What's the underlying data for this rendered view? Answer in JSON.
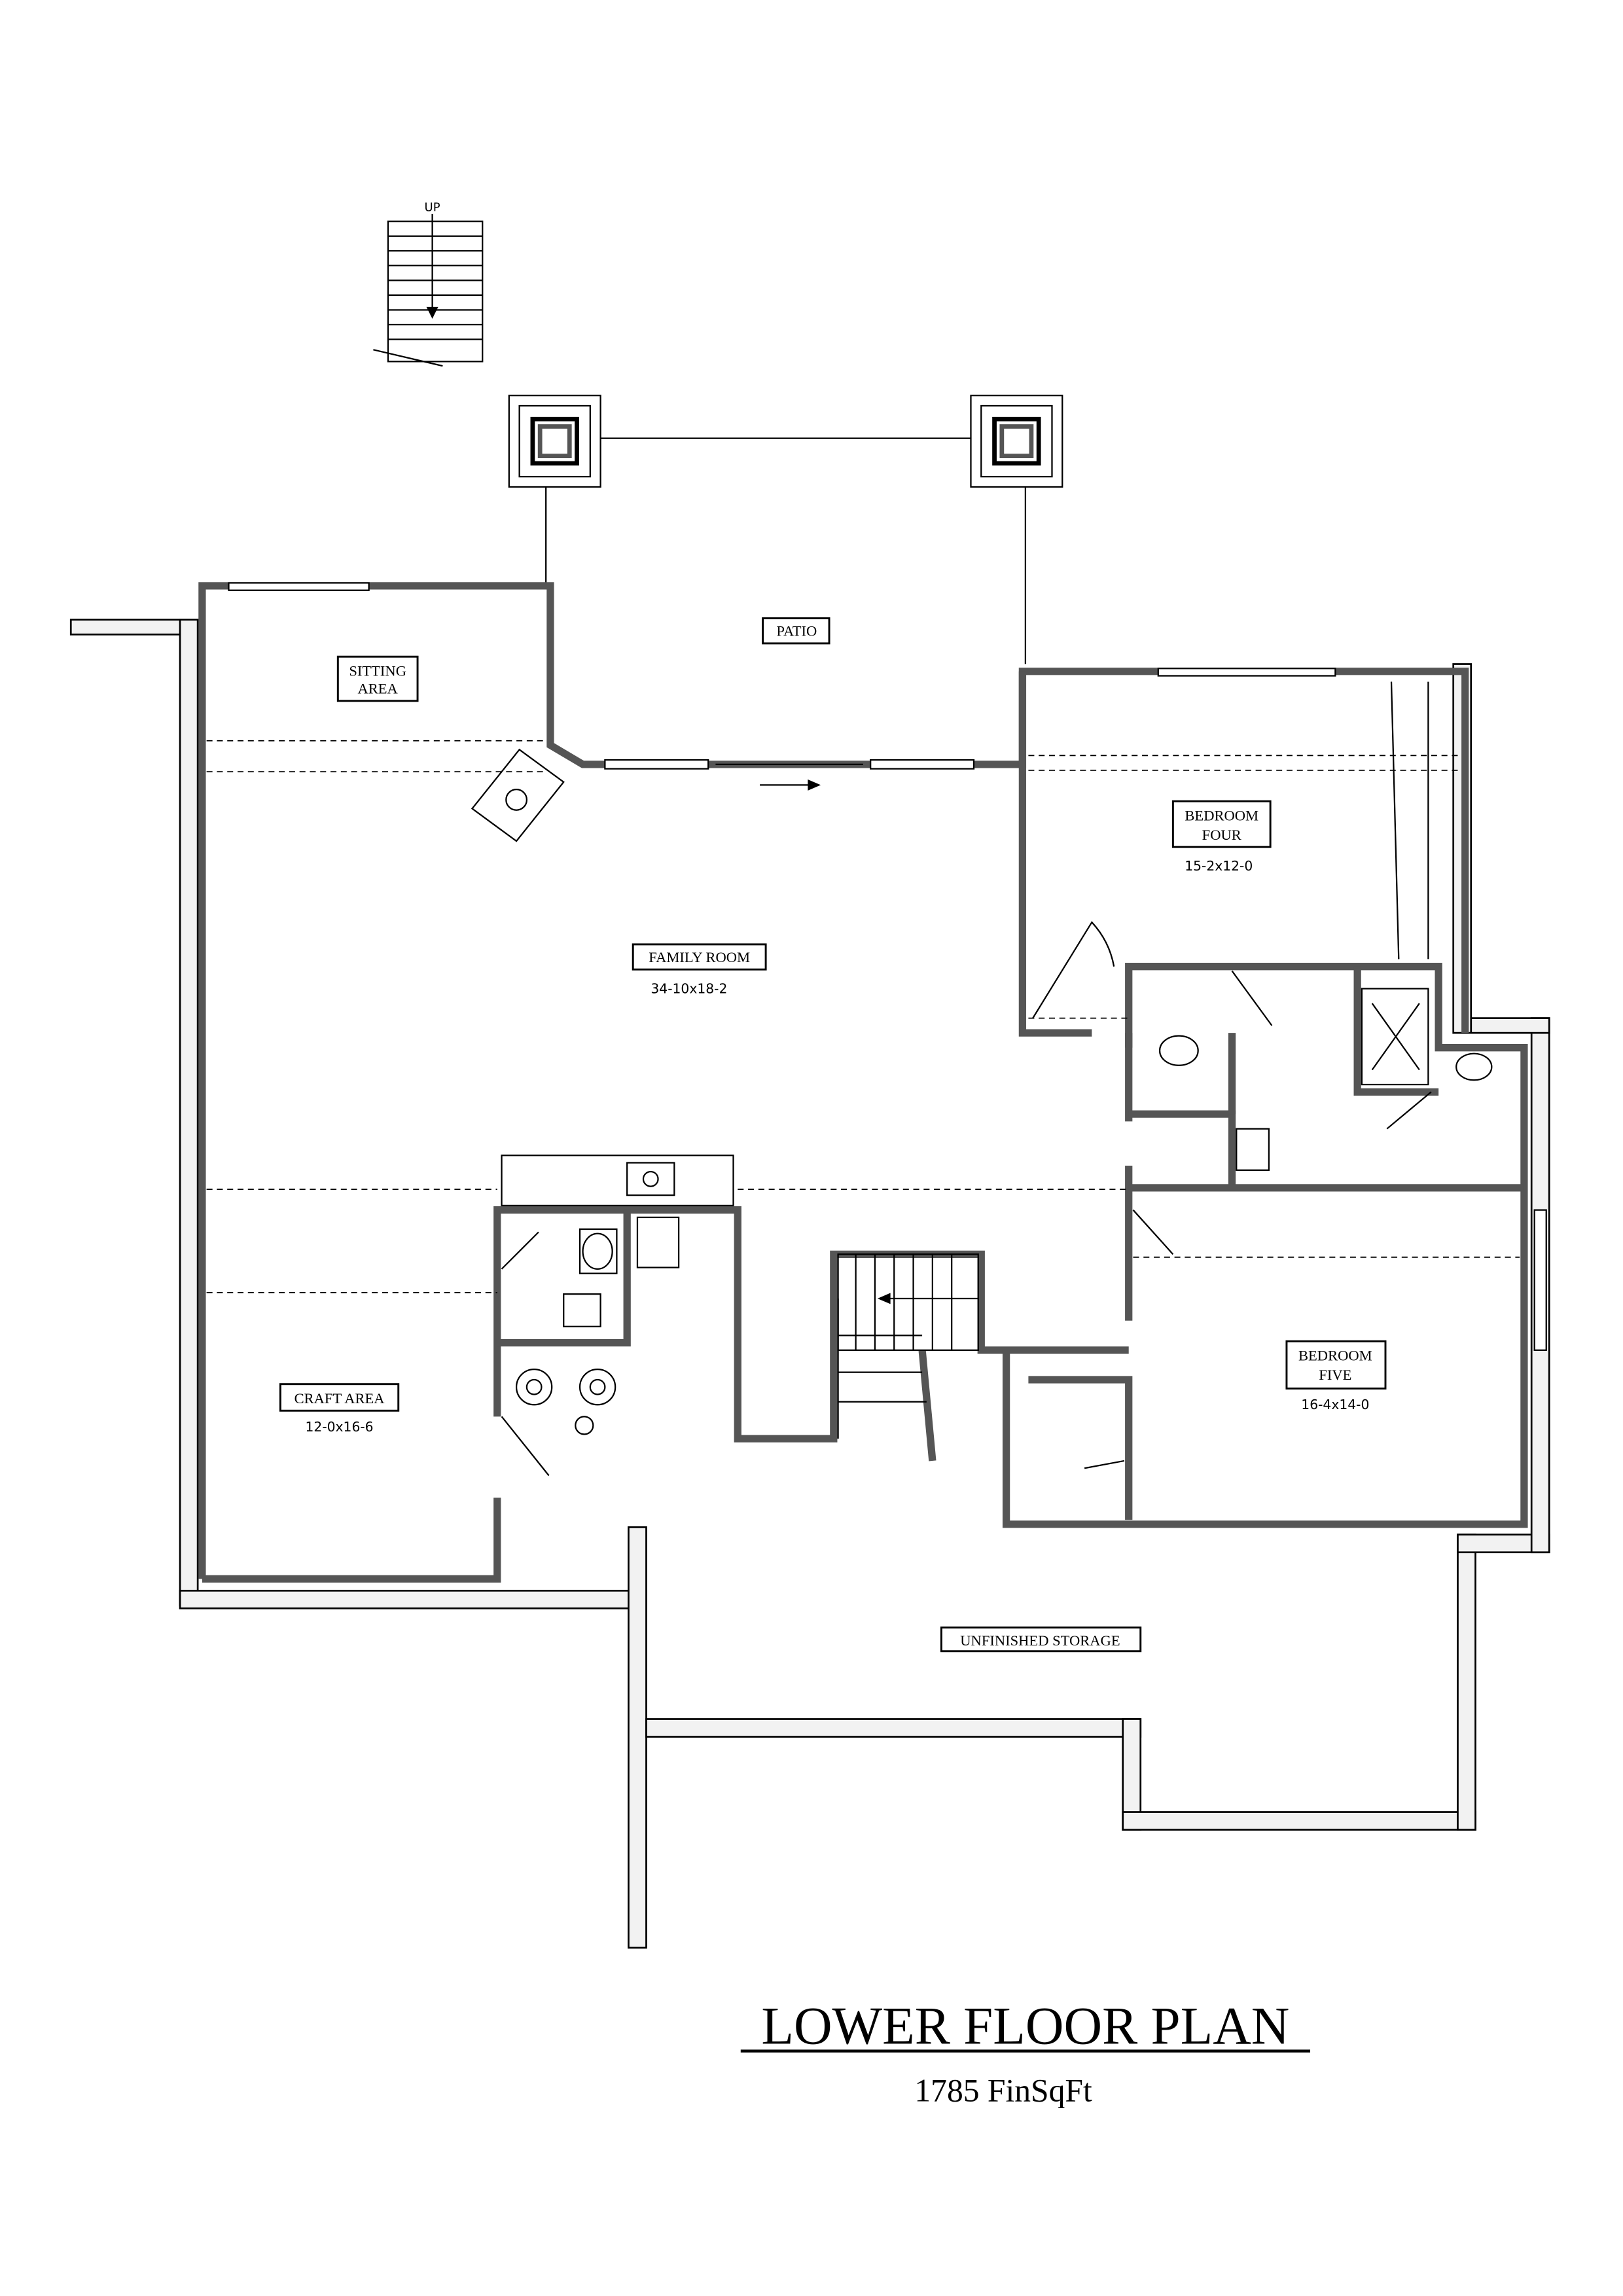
{
  "plan": {
    "title": "LOWER FLOOR PLAN",
    "subtitle": "1785 FinSqFt",
    "stair_label": "UP"
  },
  "rooms": {
    "patio": {
      "name": "PATIO"
    },
    "sitting": {
      "name_line1": "SITTING",
      "name_line2": "AREA"
    },
    "family": {
      "name": "FAMILY ROOM",
      "size": "34-10x18-2"
    },
    "bed4": {
      "name_line1": "BEDROOM",
      "name_line2": "FOUR",
      "size": "15-2x12-0"
    },
    "bed5": {
      "name_line1": "BEDROOM",
      "name_line2": "FIVE",
      "size": "16-4x14-0"
    },
    "craft": {
      "name": "CRAFT AREA",
      "size": "12-0x16-6"
    },
    "storage": {
      "name": "UNFINISHED STORAGE"
    }
  }
}
